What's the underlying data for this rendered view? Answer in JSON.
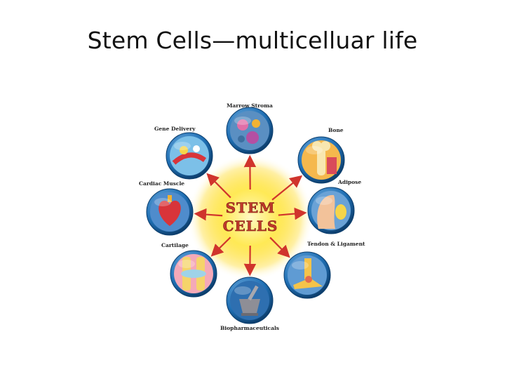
{
  "slide": {
    "title": "Stem Cells—multicelluar life"
  },
  "diagram": {
    "center": {
      "line1": "STEM",
      "line2": "CELLS",
      "text_color": "#c0392b",
      "glow_color": "#ffe84d"
    },
    "arrow_color": "#d0342c",
    "nodes": [
      {
        "label": "Marrow Stroma",
        "icon": "marrow-stroma-icon",
        "rim": "#1f6fb4"
      },
      {
        "label": "Bone",
        "icon": "bone-icon",
        "rim": "#1f6fb4"
      },
      {
        "label": "Adipose",
        "icon": "adipose-icon",
        "rim": "#1f6fb4"
      },
      {
        "label": "Tendon & Ligament",
        "icon": "tendon-ligament-icon",
        "rim": "#1f6fb4"
      },
      {
        "label": "Biopharmaceuticals",
        "icon": "mortar-pestle-icon",
        "rim": "#1f6fb4"
      },
      {
        "label": "Cartilage",
        "icon": "cartilage-icon",
        "rim": "#1f6fb4"
      },
      {
        "label": "Cardiac Muscle",
        "icon": "heart-icon",
        "rim": "#1f6fb4"
      },
      {
        "label": "Gene Delivery",
        "icon": "gene-delivery-icon",
        "rim": "#1f6fb4"
      }
    ]
  }
}
